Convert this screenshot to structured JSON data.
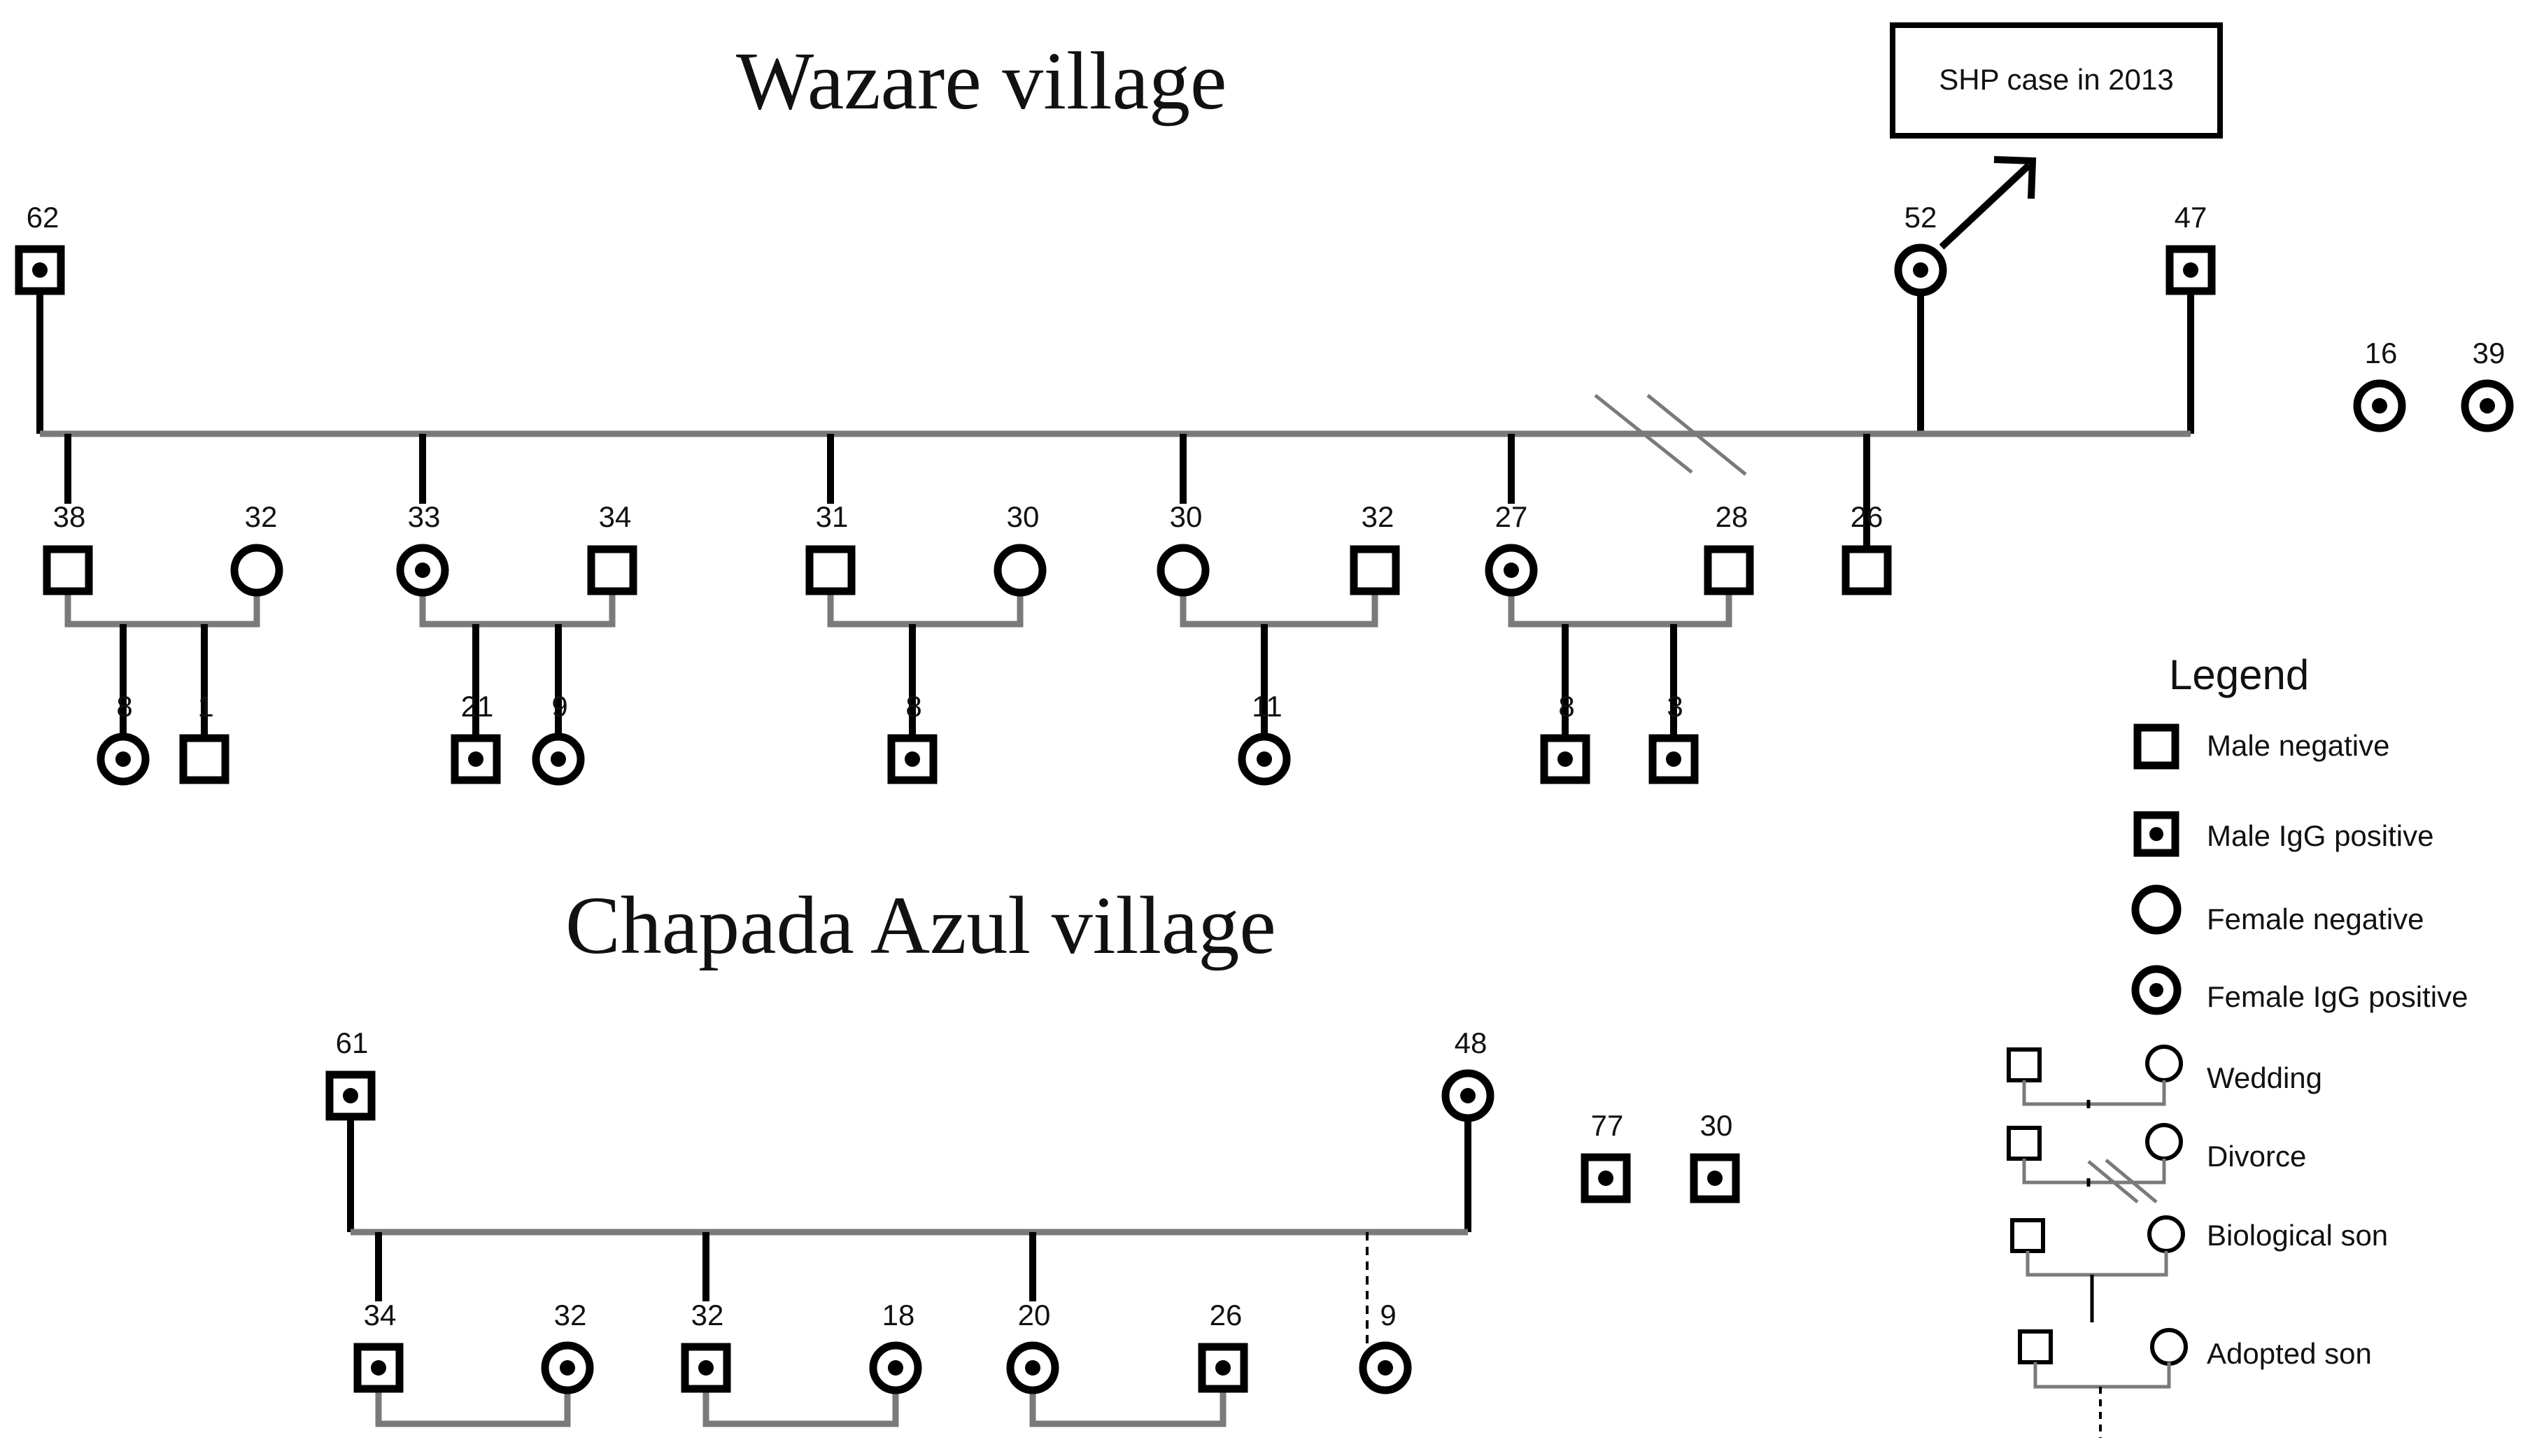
{
  "wazare": {
    "title": "Wazare village",
    "callout": "SHP case in 2013",
    "ages": {
      "p62": "62",
      "p52": "52",
      "p47": "47",
      "p38": "38",
      "p32a": "32",
      "p33": "33",
      "p34": "34",
      "p31": "31",
      "p30a": "30",
      "p30b": "30",
      "p32b": "32",
      "p27": "27",
      "p28": "28",
      "p26": "26",
      "c8a": "8",
      "c1": "1",
      "c21": "21",
      "c9": "9",
      "c8b": "8",
      "c11": "11",
      "c8c": "8",
      "c3": "3",
      "o16": "16",
      "o39": "39"
    }
  },
  "chapada": {
    "title": "Chapada Azul village",
    "ages": {
      "p61": "61",
      "p48": "48",
      "o77": "77",
      "o30": "30",
      "p34": "34",
      "p32a": "32",
      "p32b": "32",
      "p18": "18",
      "p20": "20",
      "p26": "26",
      "p9": "9"
    }
  },
  "legend": {
    "title": "Legend",
    "male_negative": "Male negative",
    "male_igg_positive": "Male IgG positive",
    "female_negative": "Female negative",
    "female_igg_positive": "Female IgG positive",
    "wedding": "Wedding",
    "divorce": "Divorce",
    "biological_son": "Biological son",
    "adopted_son": "Adopted son"
  }
}
